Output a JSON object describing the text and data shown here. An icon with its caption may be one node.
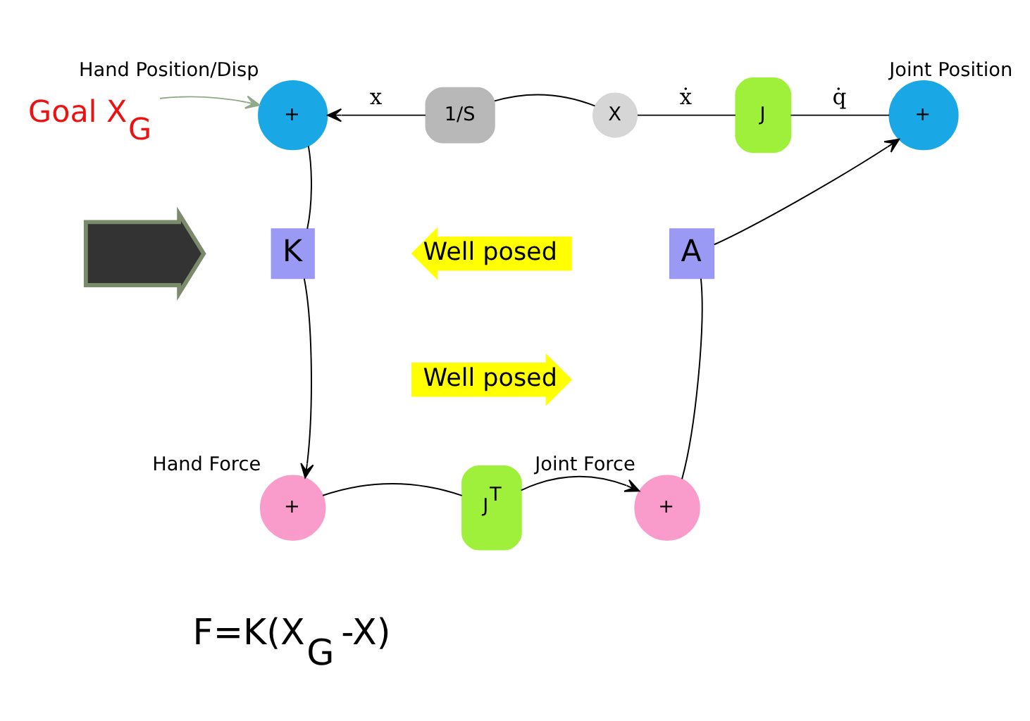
{
  "diagram": {
    "nodes": [
      {
        "text": [
          "+"
        ],
        "beside": [
          "Hand Position/Disp"
        ]
      },
      {
        "text": [
          "1/S"
        ]
      },
      {
        "text": [
          "X"
        ]
      },
      {
        "text": [
          "J"
        ]
      },
      {
        "text": [
          "+"
        ],
        "beside": [
          "Joint Position"
        ]
      },
      {
        "text": [
          "K"
        ]
      },
      {
        "text": [
          "+"
        ],
        "beside": [
          "Hand Force"
        ]
      },
      {
        "text": [
          "J$^{T}$"
        ]
      },
      {
        "text": [
          "+"
        ],
        "beside": [
          "Joint Force"
        ]
      },
      {
        "text": [
          "A"
        ]
      },
      {
        "text": [
          "Goal X$_{G}$"
        ]
      },
      {
        "text": [
          "Well posed"
        ]
      },
      {
        "text": [
          "Well posed"
        ]
      },
      {
        "text": [],
        "shape": "arrow"
      }
    ],
    "edges": [
      {
        "from": 10,
        "to": 0,
        "arrow": "to",
        "color": "#8fa888"
      },
      {
        "from": 4,
        "to": 3,
        "arrow": "none",
        "label": "q̇"
      },
      {
        "from": 3,
        "to": 2,
        "arrow": "none",
        "label": "ẋ"
      },
      {
        "from": 2,
        "to": 1,
        "arrow": "none"
      },
      {
        "from": 1,
        "to": 0,
        "arrow": "to",
        "label": "x"
      },
      {
        "from": 0,
        "to": 5,
        "arrow": "none"
      },
      {
        "from": 5,
        "to": 6,
        "arrow": "to"
      },
      {
        "from": 6,
        "to": 7,
        "arrow": "none"
      },
      {
        "from": 7,
        "to": 8,
        "arrow": "to"
      },
      {
        "from": 8,
        "to": 9,
        "arrow": "none"
      },
      {
        "from": 9,
        "to": 4,
        "arrow": "to"
      }
    ],
    "labels": [
      "F=K(X$_{G}$ -X)"
    ]
  }
}
